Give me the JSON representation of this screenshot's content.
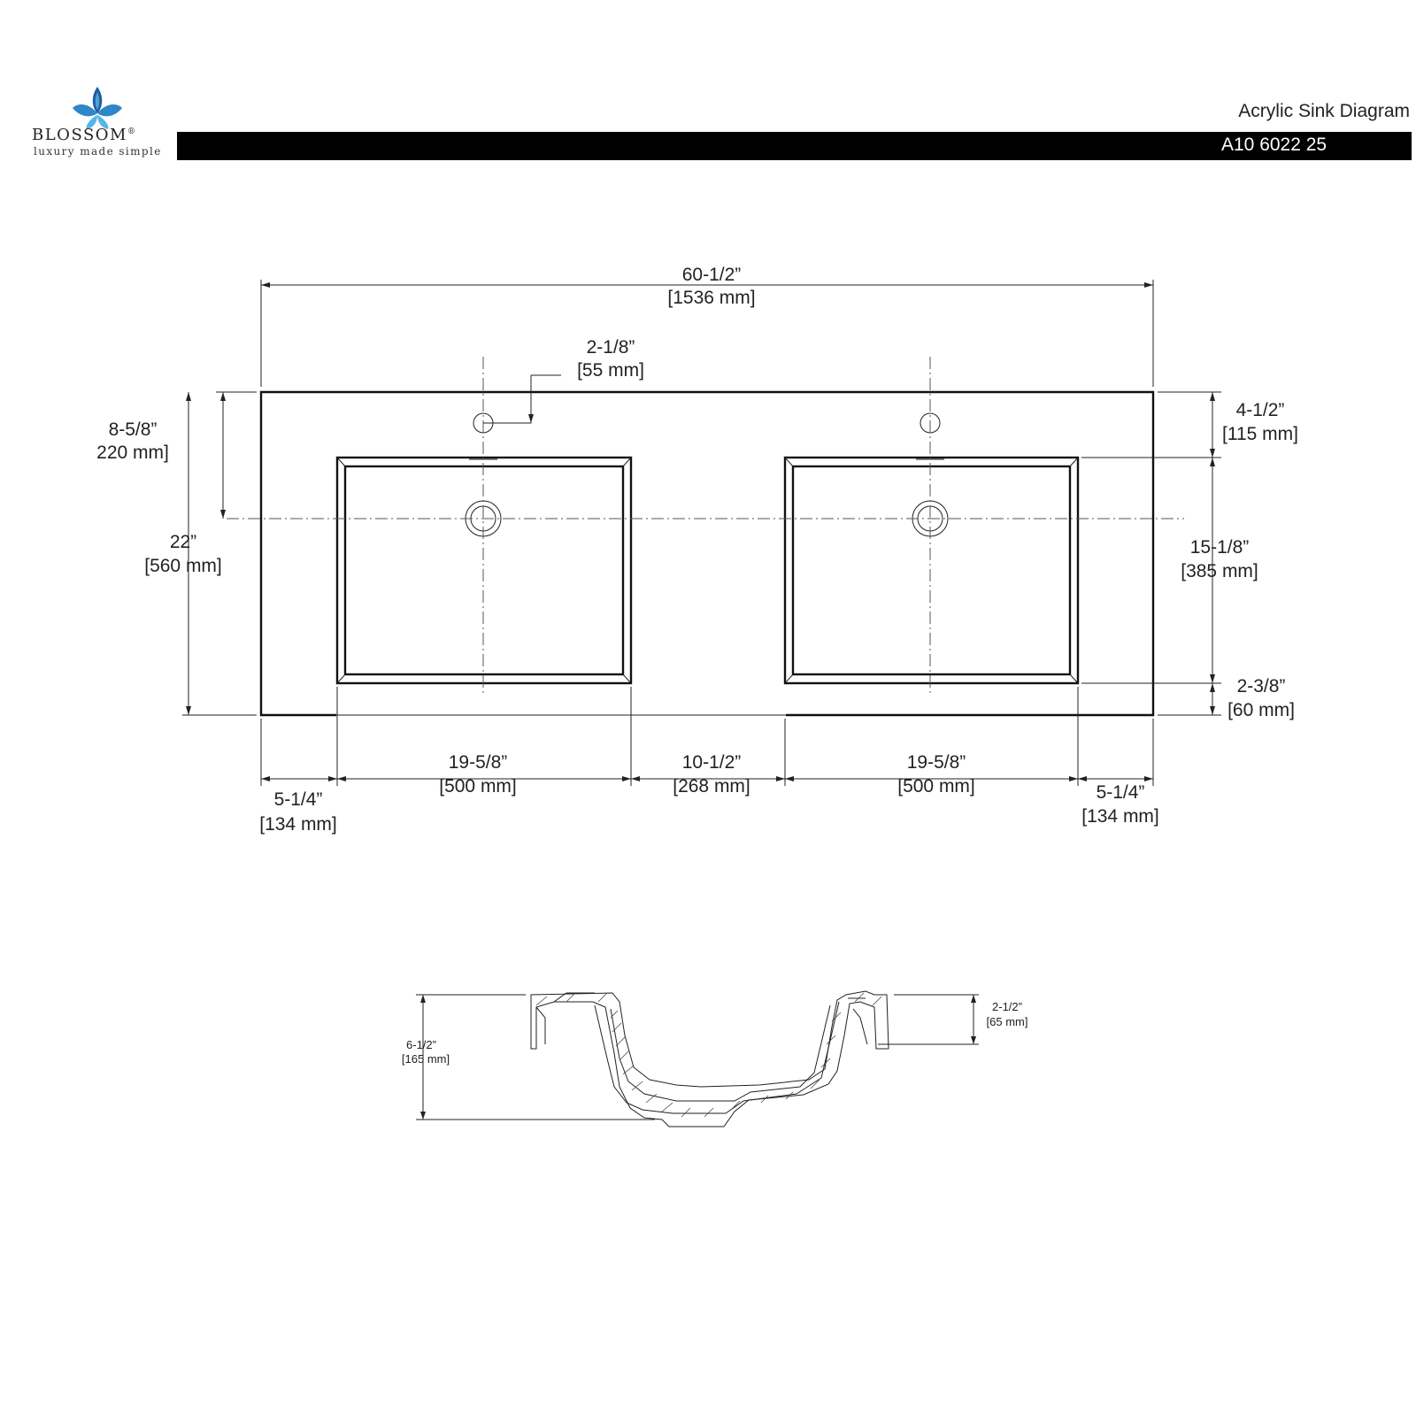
{
  "brand": {
    "name": "BLOSSOM",
    "registered_mark": "®",
    "tagline": "luxury made simple",
    "colors": {
      "petal_dark": "#1b5fa5",
      "petal_light": "#57b4e6"
    }
  },
  "header": {
    "title": "Acrylic Sink Diagram",
    "model": "A10 6022 25",
    "bar_color": "#000000"
  },
  "top_view": {
    "overall_width": {
      "imperial": "60-1/2”",
      "metric": "[1536 mm]"
    },
    "faucet_hole_offset": {
      "imperial": "2-1/8”",
      "metric": "[55 mm]"
    },
    "drain_center_from_back": {
      "imperial": "8-5/8”",
      "metric": "220 mm]"
    },
    "overall_depth": {
      "imperial": "22”",
      "metric": "[560 mm]"
    },
    "back_deck": {
      "imperial": "4-1/2”",
      "metric": "[115 mm]"
    },
    "bowl_depth": {
      "imperial": "15-1/8”",
      "metric": "[385 mm]"
    },
    "front_deck": {
      "imperial": "2-3/8”",
      "metric": "[60 mm]"
    },
    "left_margin": {
      "imperial": "5-1/4”",
      "metric": "[134 mm]"
    },
    "left_bowl_width": {
      "imperial": "19-5/8”",
      "metric": "[500 mm]"
    },
    "bowl_gap": {
      "imperial": "10-1/2”",
      "metric": "[268 mm]"
    },
    "right_bowl_width": {
      "imperial": "19-5/8”",
      "metric": "[500 mm]"
    },
    "right_margin": {
      "imperial": "5-1/4”",
      "metric": "[134 mm]"
    }
  },
  "section_view": {
    "overall_height": {
      "imperial": "6-1/2”",
      "metric": "[165 mm]"
    },
    "rim_height": {
      "imperial": "2-1/2”",
      "metric": "[65 mm]"
    }
  }
}
